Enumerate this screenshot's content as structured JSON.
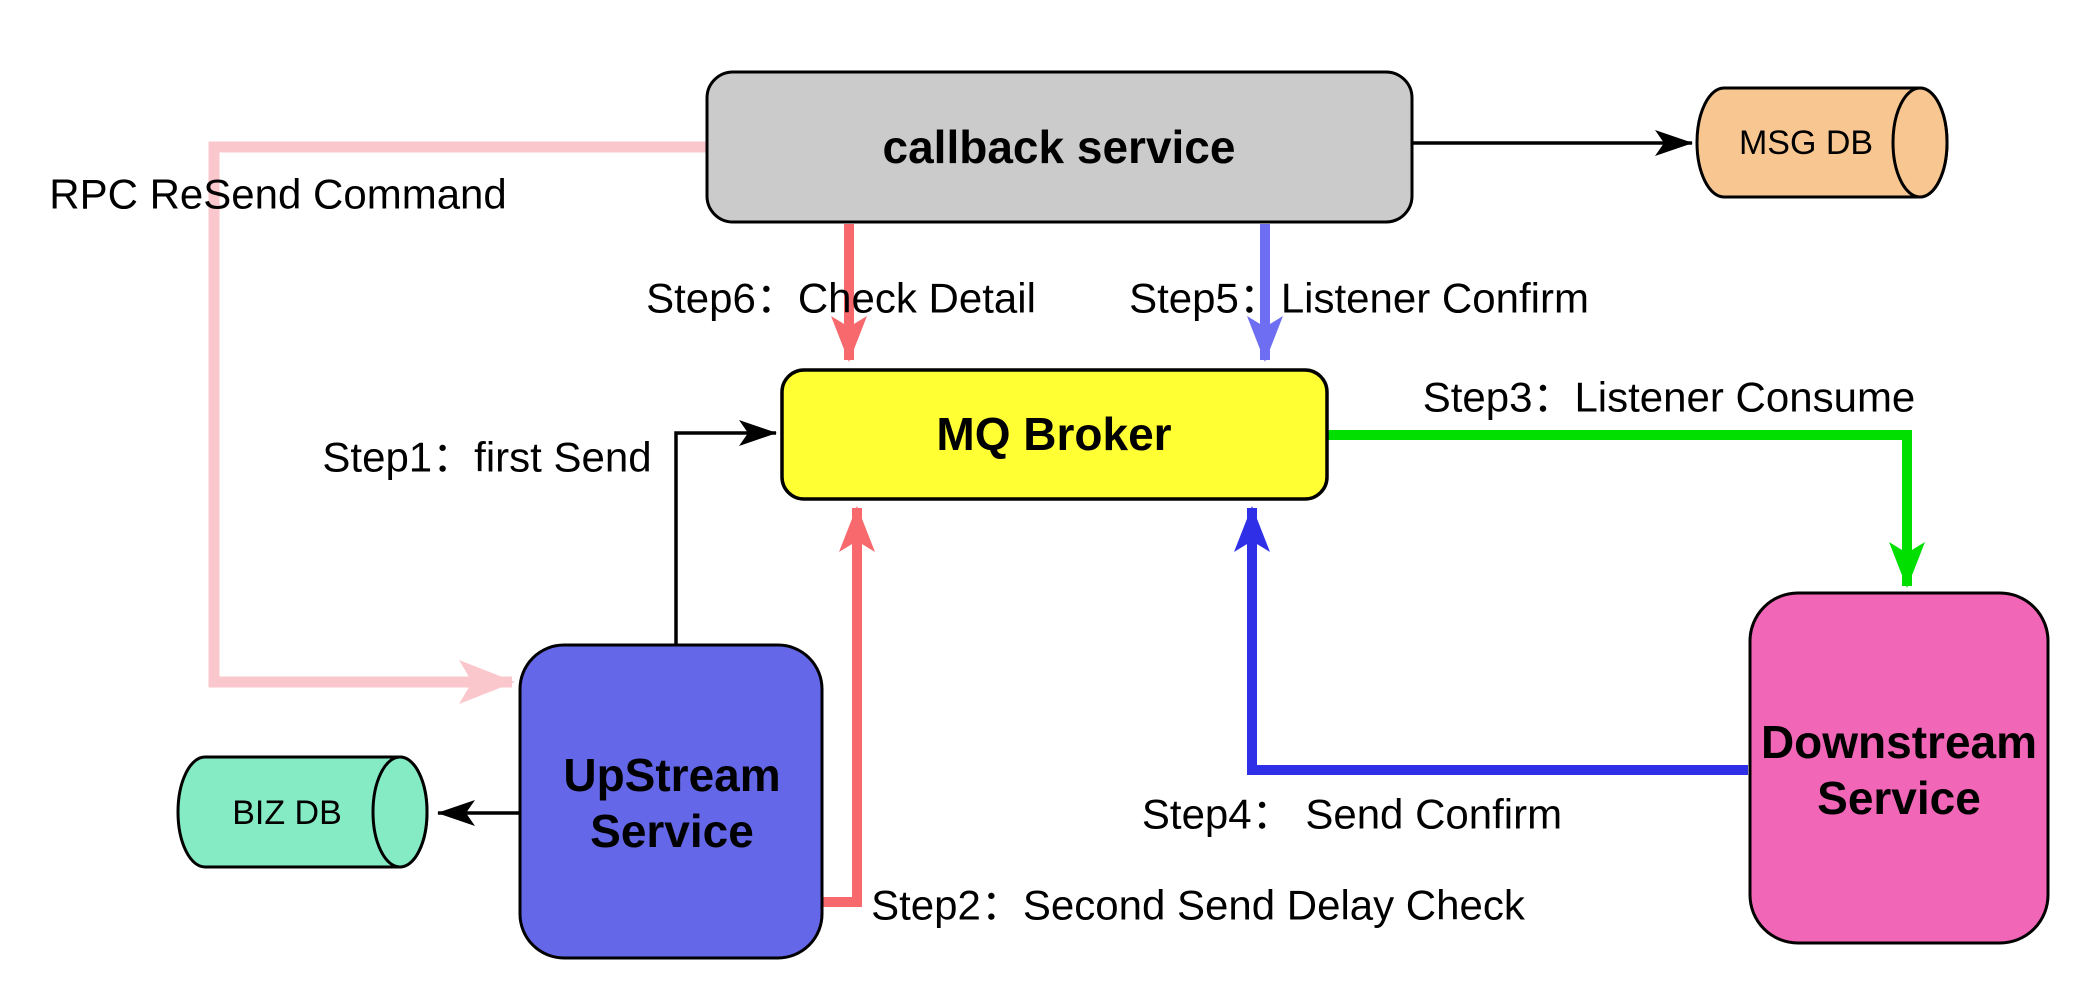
{
  "diagram": {
    "nodes": [
      {
        "id": "callback-service",
        "shape": "rounded-rect",
        "label": "callback service",
        "fill": "#CBCBCB"
      },
      {
        "id": "msg-db",
        "shape": "cylinder",
        "label": "MSG DB",
        "fill": "#F8C791"
      },
      {
        "id": "mq-broker",
        "shape": "rounded-rect",
        "label": "MQ Broker",
        "fill": "#FFFF33"
      },
      {
        "id": "upstream-service",
        "shape": "rounded-rect",
        "label": "UpStream Service",
        "lines": [
          "UpStream",
          "Service"
        ],
        "fill": "#6567E9"
      },
      {
        "id": "biz-db",
        "shape": "cylinder",
        "label": "BIZ DB",
        "fill": "#85EBC4"
      },
      {
        "id": "downstream-service",
        "shape": "rounded-rect",
        "label": "Downstream Service",
        "lines": [
          "Downstream",
          "Service"
        ],
        "fill": "#F266B8"
      }
    ],
    "edges": [
      {
        "id": "callback-to-msgdb",
        "from": "callback service",
        "to": "MSG DB",
        "label": "",
        "color": "#000000"
      },
      {
        "id": "rpc-resend-command",
        "from": "callback service",
        "to": "UpStream Service",
        "label": "RPC ReSend Command",
        "color": "#F9C7CC"
      },
      {
        "id": "step1",
        "from": "UpStream Service",
        "to": "MQ Broker",
        "label": "Step1：first Send",
        "color": "#000000"
      },
      {
        "id": "step2",
        "from": "UpStream Service",
        "to": "MQ Broker",
        "label": "Step2：Second Send Delay Check",
        "color": "#F7696C"
      },
      {
        "id": "step3",
        "from": "MQ Broker",
        "to": "Downstream Service",
        "label": "Step3：Listener Consume",
        "color": "#00DF00"
      },
      {
        "id": "step4",
        "from": "Downstream Service",
        "to": "MQ Broker",
        "label": "Step4： Send Confirm",
        "color": "#2F2FE8"
      },
      {
        "id": "step5",
        "from": "callback service",
        "to": "MQ Broker",
        "label": "Step5：Listener Confirm",
        "color": "#6E6EF2"
      },
      {
        "id": "step6",
        "from": "callback service",
        "to": "MQ Broker",
        "label": "Step6：Check Detail",
        "color": "#F7696C"
      },
      {
        "id": "upstream-to-bizdb",
        "from": "UpStream Service",
        "to": "BIZ DB",
        "label": "",
        "color": "#000000"
      }
    ]
  }
}
